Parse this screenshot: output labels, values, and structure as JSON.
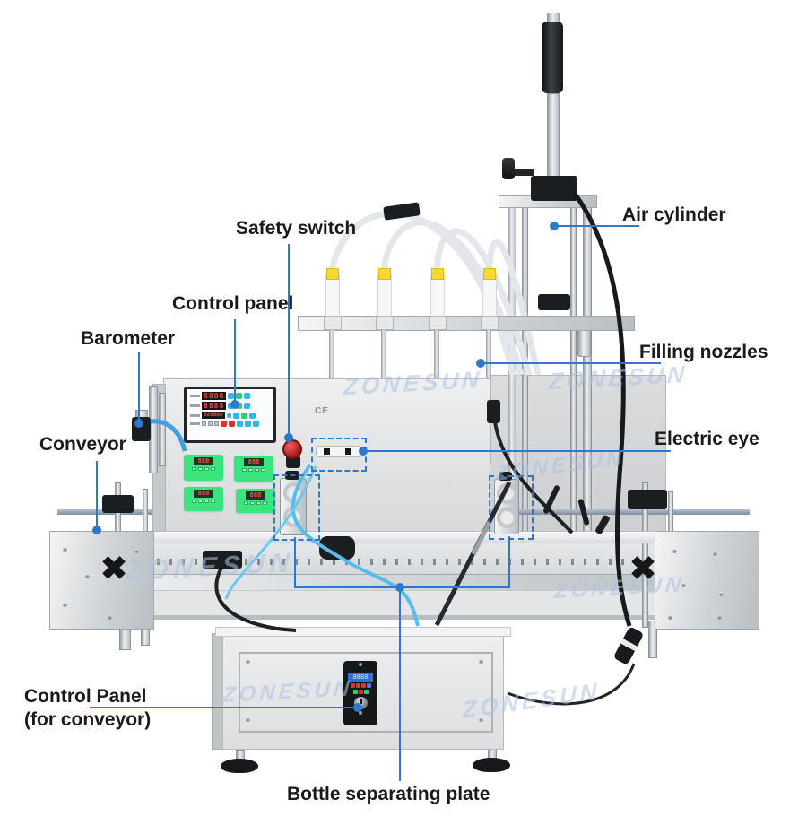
{
  "diagram": {
    "brand": "ZONESUN",
    "accent_color": "#2e79cc",
    "labels": [
      {
        "id": "safety-switch",
        "text": "Safety switch"
      },
      {
        "id": "control-panel",
        "text": "Control panel"
      },
      {
        "id": "barometer",
        "text": "Barometer"
      },
      {
        "id": "conveyor",
        "text": "Conveyor"
      },
      {
        "id": "air-cylinder",
        "text": "Air cylinder"
      },
      {
        "id": "filling-nozzles",
        "text": "Filling nozzles"
      },
      {
        "id": "electric-eye",
        "text": "Electric eye"
      },
      {
        "id": "conveyor-control-panel",
        "text": "Control Panel",
        "text2": "(for conveyor)"
      },
      {
        "id": "bottle-separating-plate",
        "text": "Bottle separating plate"
      }
    ],
    "machine": {
      "ce_mark": "CE",
      "main_panel": {
        "display_1": "8888",
        "display_2": "8888",
        "display_3": "888888"
      },
      "green_displays": [
        "888",
        "888",
        "888",
        "888"
      ],
      "conveyor_panel_display": "8888"
    },
    "colors": {
      "callout_blue": "#2e79cc",
      "display_green": "#3be57d",
      "estop_red": "#c72020",
      "watermark_blue": "#aec3e0",
      "nozzle_yellow": "#f5d832"
    }
  }
}
